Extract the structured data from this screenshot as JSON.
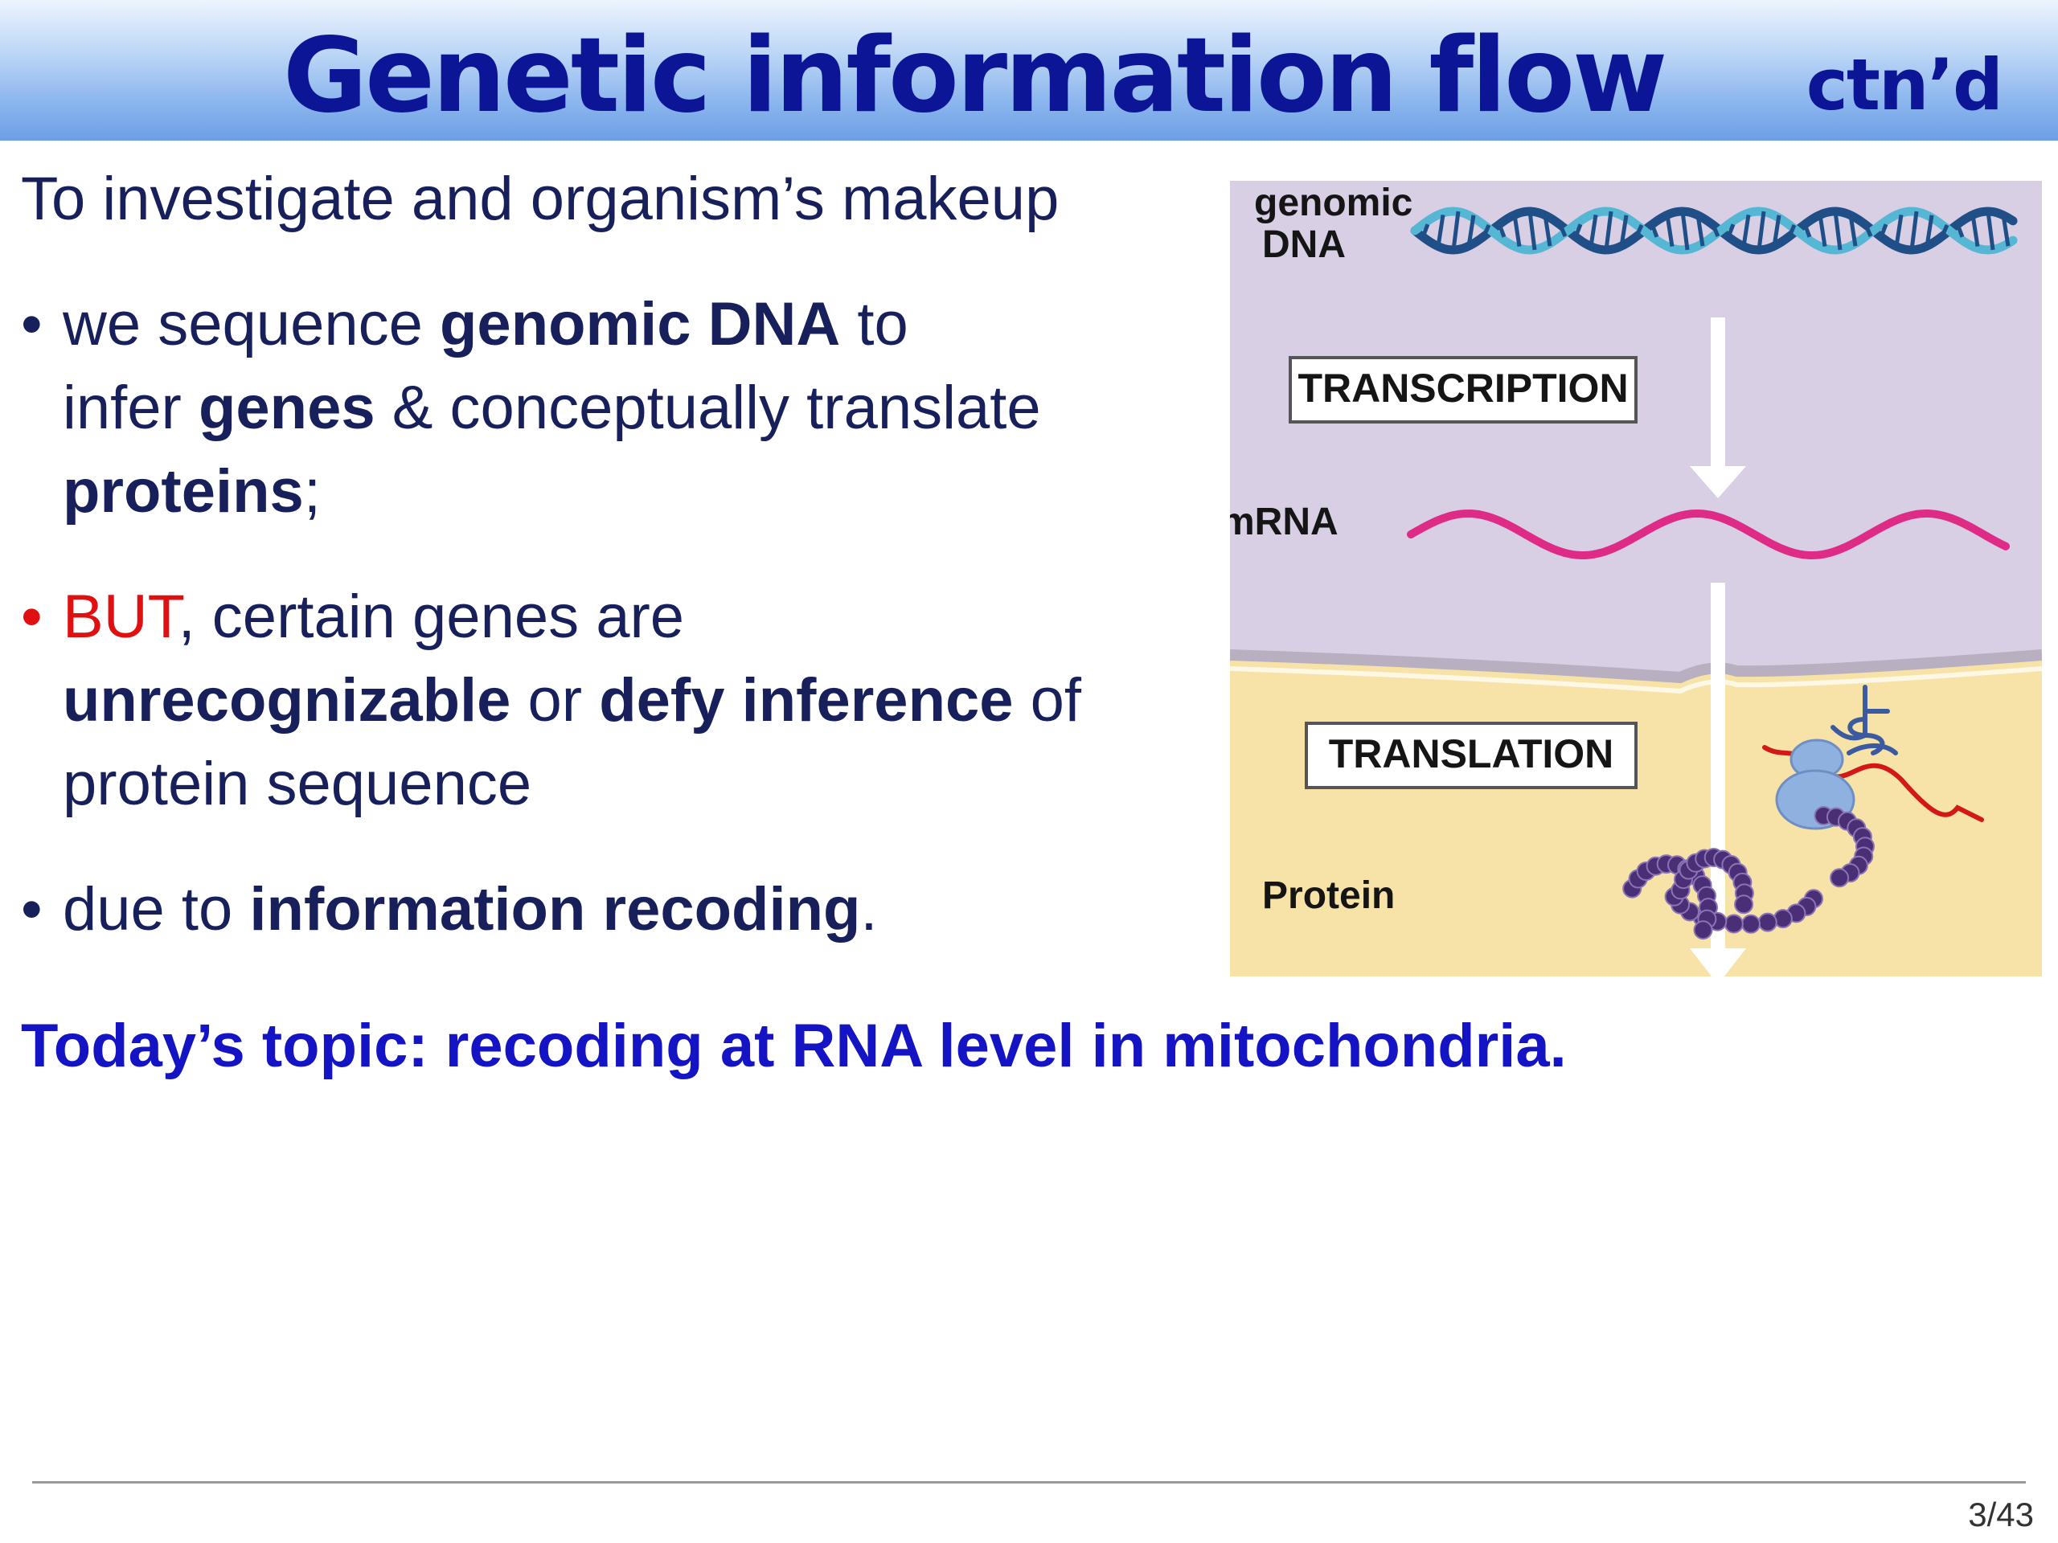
{
  "title": {
    "main": "Genetic information flow",
    "suffix": "ctn’d"
  },
  "intro": "To investigate and organism’s makeup",
  "bullets": [
    {
      "marker": "•",
      "line1": {
        "a": "we sequence ",
        "b": "genomic DNA",
        "c": " to"
      },
      "line2": {
        "a": "infer ",
        "b": "genes",
        "c": " & conceptually translate"
      },
      "line3": {
        "b": "proteins",
        "c": ";"
      }
    },
    {
      "marker": "•",
      "line1": {
        "red": "BUT",
        "c": ", certain genes are"
      },
      "line2": {
        "b1": "unrecognizable",
        "c1": " or ",
        "b2": "defy inference",
        "c2": " of"
      },
      "line3": {
        "c": "protein sequence"
      }
    },
    {
      "marker": "•",
      "line1": {
        "a": "due to ",
        "b": "information recoding",
        "c": "."
      }
    }
  ],
  "topic": "Today’s topic: recoding at RNA level in mitochondria.",
  "figure": {
    "label_genomic": "genomic",
    "label_dna": "DNA",
    "label_transcription": "TRANSCRIPTION",
    "label_mrna": "mRNA",
    "label_translation": "TRANSLATION",
    "label_protein": "Protein",
    "colors": {
      "nucleus": "#d8cfe5",
      "cytoplasm": "#f7e3a8",
      "dna_dark": "#1f4f86",
      "dna_light": "#55b7d4",
      "mrna": "#dd2b86",
      "ribosome": "#8fb1e0",
      "protein_bead": "#4a2f77",
      "nascent_chain": "#d21818"
    },
    "icons": [
      "dna-helix-icon",
      "arrow-down-icon",
      "mrna-strand-icon",
      "trna-icon",
      "ribosome-icon",
      "protein-chain-icon"
    ]
  },
  "footer": {
    "page": "3/43"
  }
}
